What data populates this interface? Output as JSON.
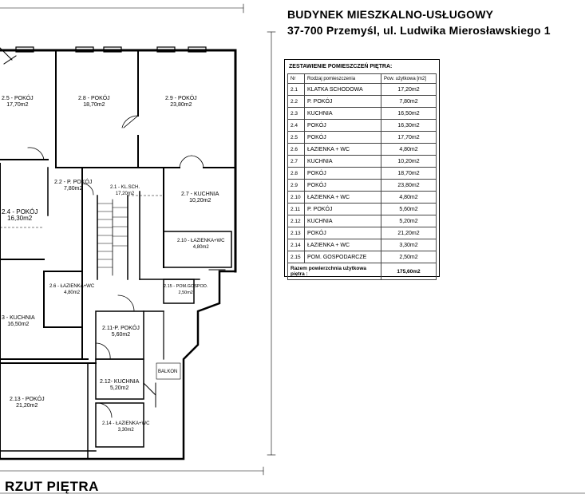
{
  "header": {
    "title": "BUDYNEK MIESZKALNO-USŁUGOWY",
    "address": "37-700 Przemyśl, ul. Ludwika Mierosławskiego 1"
  },
  "footer": {
    "label": "RZUT PIĘTRA"
  },
  "table": {
    "title": "ZESTAWIENIE POMIESZCZEŃ PIĘTRA:",
    "col_nr": "Nr",
    "col_type": "Rodzaj pomieszczenia",
    "col_area": "Pow. użytkowa [m2]",
    "rows": [
      {
        "nr": "2.1",
        "name": "KLATKA SCHODOWA",
        "area": "17,20m2"
      },
      {
        "nr": "2.2",
        "name": "P. POKÓJ",
        "area": "7,80m2"
      },
      {
        "nr": "2.3",
        "name": "KUCHNIA",
        "area": "16,50m2"
      },
      {
        "nr": "2.4",
        "name": "POKÓJ",
        "area": "16,30m2"
      },
      {
        "nr": "2.5",
        "name": "POKÓJ",
        "area": "17,70m2"
      },
      {
        "nr": "2.6",
        "name": "ŁAZIENKA + WC",
        "area": "4,80m2"
      },
      {
        "nr": "2.7",
        "name": "KUCHNIA",
        "area": "10,20m2"
      },
      {
        "nr": "2.8",
        "name": "POKÓJ",
        "area": "18,70m2"
      },
      {
        "nr": "2.9",
        "name": "POKÓJ",
        "area": "23,80m2"
      },
      {
        "nr": "2.10",
        "name": "ŁAZIENKA + WC",
        "area": "4,80m2"
      },
      {
        "nr": "2.11",
        "name": "P. POKÓJ",
        "area": "5,60m2"
      },
      {
        "nr": "2.12",
        "name": "KUCHNIA",
        "area": "5,20m2"
      },
      {
        "nr": "2.13",
        "name": "POKÓJ",
        "area": "21,20m2"
      },
      {
        "nr": "2.14",
        "name": "ŁAZIENKA + WC",
        "area": "3,30m2"
      },
      {
        "nr": "2.15",
        "name": "POM. GOSPODARCZE",
        "area": "2,50m2"
      }
    ],
    "total_label": "Razem powierzchnia użytkowa piętra :",
    "total_value": "175,60m2"
  },
  "plan": {
    "rooms": {
      "r25": {
        "name": "2.5 - POKÓJ",
        "area": "17,70m2"
      },
      "r28": {
        "name": "2.8 - POKÓJ",
        "area": "18,70m2"
      },
      "r29": {
        "name": "2.9 - POKÓJ",
        "area": "23,80m2"
      },
      "r22": {
        "name": "2.2 - P. POKÓJ",
        "area": "7,80m2"
      },
      "r21": {
        "name": "2.1 - KL.SCH.",
        "area": "17,20m2"
      },
      "r27": {
        "name": "2.7 - KUCHNIA",
        "area": "10,20m2"
      },
      "r24": {
        "name": "2.4 - POKÓJ",
        "area": "16,30m2"
      },
      "r210": {
        "name": "2.10 - ŁAZIENKA+WC",
        "area": "4,80m2"
      },
      "r26": {
        "name": "2.6 - ŁAZIENKA+WC",
        "area": "4,80m2"
      },
      "r215": {
        "name": "2.15 - POM.GOSPOD.",
        "area": "2,50m2"
      },
      "r23": {
        "name": "3 - KUCHNIA",
        "area": "16,50m2"
      },
      "r211": {
        "name": "2.11-P. POKÓJ",
        "area": "5,60m2"
      },
      "r212": {
        "name": "2.12- KUCHNIA",
        "area": "5,20m2"
      },
      "r213": {
        "name": "2.13 - POKÓJ",
        "area": "21,20m2"
      },
      "r214": {
        "name": "2.14 - ŁAZIENKA+WC",
        "area": "3,30m2"
      }
    },
    "balcony": "BALKON"
  }
}
